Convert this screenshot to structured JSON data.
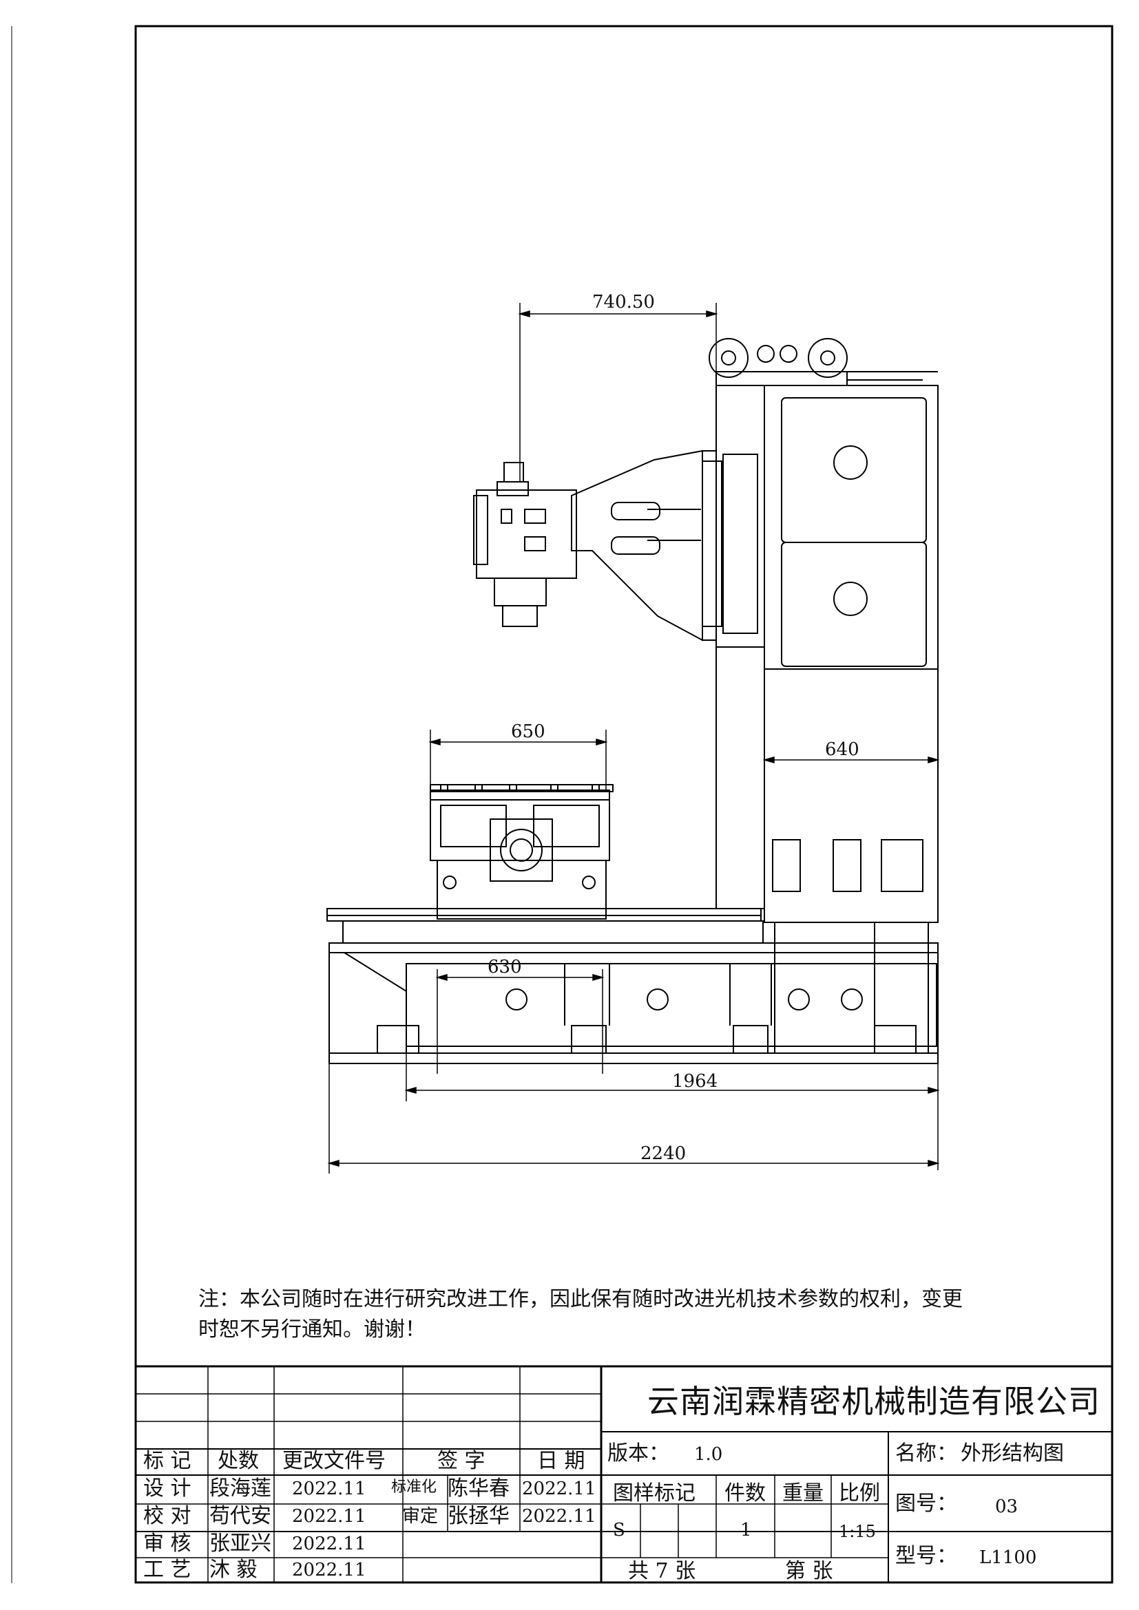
{
  "dimensions": {
    "head_offset": "740.50",
    "table_top": "650",
    "column_depth": "640",
    "table_bottom": "630",
    "base_length": "1964",
    "overall_length": "2240"
  },
  "note": "注：本公司随时在进行研究改进工作，因此保有随时改进光机技术参数的权利，变更\n时恕不另行通知。谢谢！",
  "title_block": {
    "company": "云南润霖精密机械制造有限公司",
    "rev_headers": {
      "mark": "标 记",
      "count": "处数",
      "doc": "更改文件号",
      "sign": "签  字",
      "date": "日  期"
    },
    "rows": [
      {
        "role": "设 计",
        "name": "段海莲",
        "date": "2022.11",
        "role2": "标准化",
        "name2": "陈华春",
        "date2": "2022.11"
      },
      {
        "role": "校 对",
        "name": "苟代安",
        "date": "2022.11",
        "role2": "审定",
        "name2": "张拯华",
        "date2": "2022.11"
      },
      {
        "role": "审 核",
        "name": "张亚兴",
        "date": "2022.11"
      },
      {
        "role": "工 艺",
        "name": "沐 毅",
        "date": "2022.11"
      }
    ],
    "version_label": "版本：",
    "version": "1.0",
    "name_label": "名称：",
    "name": "外形结构图",
    "drawing_no_label": "图号：",
    "drawing_no": "03",
    "model_label": "型号：",
    "model": "L1100",
    "sample_mark_label": "图样标记",
    "quantity_label": "件数",
    "weight_label": "重量",
    "scale_label": "比例",
    "sample_mark": "S",
    "quantity": "1",
    "scale": "1:15",
    "sheets_total": "共 7 张",
    "sheet_no": "第    张"
  }
}
